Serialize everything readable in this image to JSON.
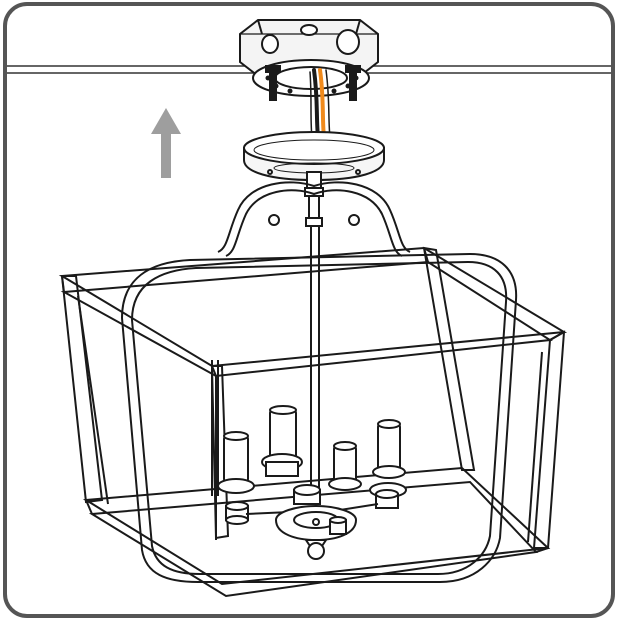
{
  "diagram": {
    "step": "raise-fixture-to-ceiling-box",
    "colors": {
      "frame": "#555555",
      "line": "#1a1a1a",
      "arrow": "#9e9e9e",
      "wire_orange": "#f08a1c",
      "wire_white": "#e8e8e8",
      "wire_black": "#1a1a1a",
      "background": "#ffffff"
    },
    "icons": [
      "junction-box",
      "up-arrow",
      "canopy",
      "lantern-cage",
      "candle-sockets"
    ]
  }
}
